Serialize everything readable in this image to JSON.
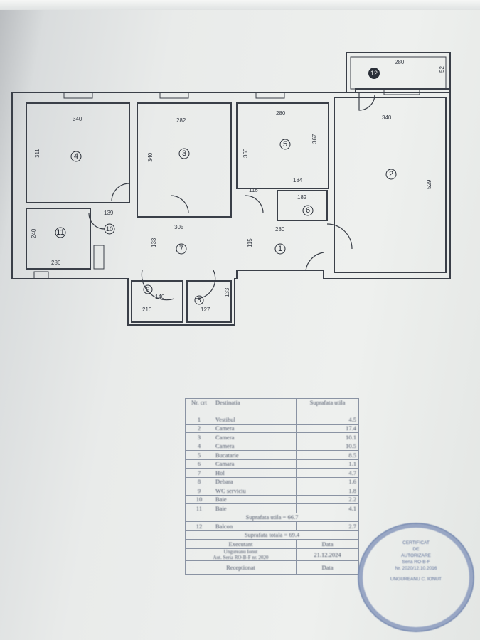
{
  "plan": {
    "rooms": [
      {
        "number": "1"
      },
      {
        "number": "2"
      },
      {
        "number": "3"
      },
      {
        "number": "4"
      },
      {
        "number": "5"
      },
      {
        "number": "6"
      },
      {
        "number": "7"
      },
      {
        "number": "8"
      },
      {
        "number": "9"
      },
      {
        "number": "10"
      },
      {
        "number": "11"
      },
      {
        "number": "12"
      }
    ],
    "dimensions": {
      "r4_w": "340",
      "r4_h": "311",
      "r3_w": "282",
      "r3_h": "340",
      "r5_w": "280",
      "r5_h": "367",
      "r5_h2": "360",
      "r2_w": "340",
      "r2_h": "529",
      "r11_w": "286",
      "r11_h": "240",
      "r10_w": "139",
      "r7_w": "305",
      "r7_h": "133",
      "r1_w": "280",
      "r1_d": "116",
      "r1_h": "115",
      "r6_w": "184",
      "r6_h": "182",
      "r9_w": "140",
      "r9_h": "210",
      "r8_w": "127",
      "r8_h": "133",
      "r12_w": "280",
      "r12_h": "52"
    }
  },
  "table": {
    "headers": [
      "Nr. crt",
      "Destinatia",
      "Suprafata utila"
    ],
    "rows": [
      [
        "1",
        "Vestibul",
        "4.5"
      ],
      [
        "2",
        "Camera",
        "17.4"
      ],
      [
        "3",
        "Camera",
        "10.1"
      ],
      [
        "4",
        "Camera",
        "10.5"
      ],
      [
        "5",
        "Bucatarie",
        "8.5"
      ],
      [
        "6",
        "Camara",
        "1.1"
      ],
      [
        "7",
        "Hol",
        "4.7"
      ],
      [
        "8",
        "Debara",
        "1.6"
      ],
      [
        "9",
        "WC serviciu",
        "1.8"
      ],
      [
        "10",
        "Baie",
        "2.2"
      ],
      [
        "11",
        "Baie",
        "4.1"
      ]
    ],
    "useful_label": "Suprafata utila =",
    "useful_value": "66.7",
    "balcony": [
      "12",
      "Balcon",
      "2.7"
    ],
    "total_label": "Suprafata totala =",
    "total_value": "69.4",
    "executant_label": "Executant",
    "executant_date_label": "Data",
    "executant_name": "Ungureanu Ionut",
    "executant_cert": "Aut. Seria RO-B-F nr. 2020",
    "executant_date": "21.12.2024",
    "receptionat_label": "Receptionat",
    "receptionat_date_label": "Data"
  },
  "stamp": {
    "lines": [
      "CERTIFICAT",
      "DE",
      "AUTORIZARE",
      "Seria RO-B-F",
      "Nr. 2020/12.10.2016",
      "UNGUREANU C. IONUT"
    ],
    "color": "#7d8fb4"
  }
}
